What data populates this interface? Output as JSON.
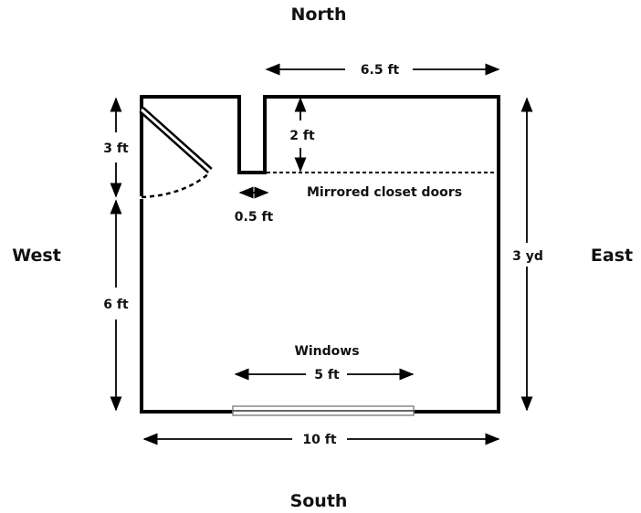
{
  "compass": {
    "north": "North",
    "south": "South",
    "east": "East",
    "west": "West"
  },
  "dimensions": {
    "north_wall_right": "6.5 ft",
    "closet_depth": "2 ft",
    "closet_gap": "0.5 ft",
    "door_width": "3 ft",
    "west_wall_lower": "6 ft",
    "east_wall": "3 yd",
    "window_width": "5 ft",
    "south_wall": "10 ft"
  },
  "labels": {
    "closet": "Mirrored closet doors",
    "windows": "Windows"
  },
  "colors": {
    "wall": "#000000",
    "window_frame": "#888888"
  }
}
